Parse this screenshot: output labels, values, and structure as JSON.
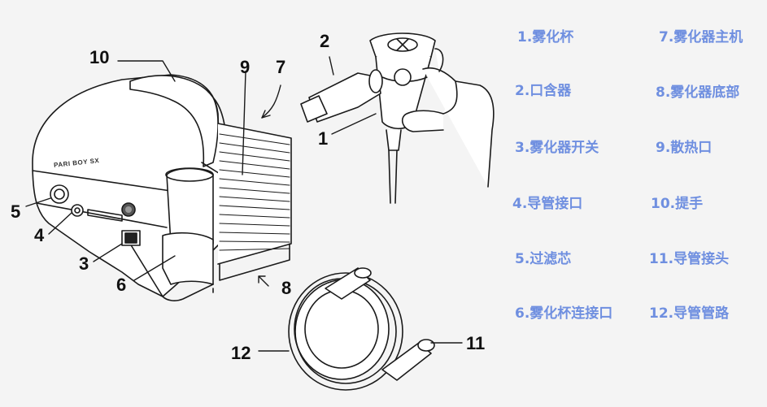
{
  "colors": {
    "background": "#f4f4f4",
    "legend_text": "#6f8fe0",
    "line": "#1a1a1a",
    "device_fill": "#ffffff"
  },
  "device": {
    "brand_label": "PARI BOY SX"
  },
  "callouts": {
    "n1": "1",
    "n2": "2",
    "n3": "3",
    "n4": "4",
    "n5": "5",
    "n6": "6",
    "n7": "7",
    "n8": "8",
    "n9": "9",
    "n10": "10",
    "n11": "11",
    "n12": "12"
  },
  "legend": [
    {
      "label": "1.雾化杯"
    },
    {
      "label": "2.口含器"
    },
    {
      "label": "3.雾化器开关"
    },
    {
      "label": "4.导管接口"
    },
    {
      "label": "5.过滤芯"
    },
    {
      "label": "6.雾化杯连接口"
    },
    {
      "label": "7.雾化器主机"
    },
    {
      "label": "8.雾化器底部"
    },
    {
      "label": "9.散热口"
    },
    {
      "label": "10.提手"
    },
    {
      "label": "11.导管接头"
    },
    {
      "label": "12.导管管路"
    }
  ]
}
